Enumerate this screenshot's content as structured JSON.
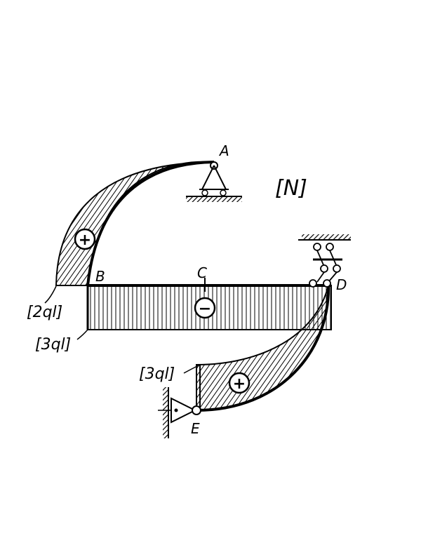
{
  "title": "[N]",
  "points": {
    "a": "A",
    "b": "B",
    "c": "C",
    "d": "D",
    "e": "E"
  },
  "values": {
    "b_upper": "[2ql]",
    "b_lower": "[3ql]",
    "e_value": "[3ql]"
  },
  "signs": {
    "arc_ab": "+",
    "beam_bd": "−",
    "arc_de": "+"
  }
}
